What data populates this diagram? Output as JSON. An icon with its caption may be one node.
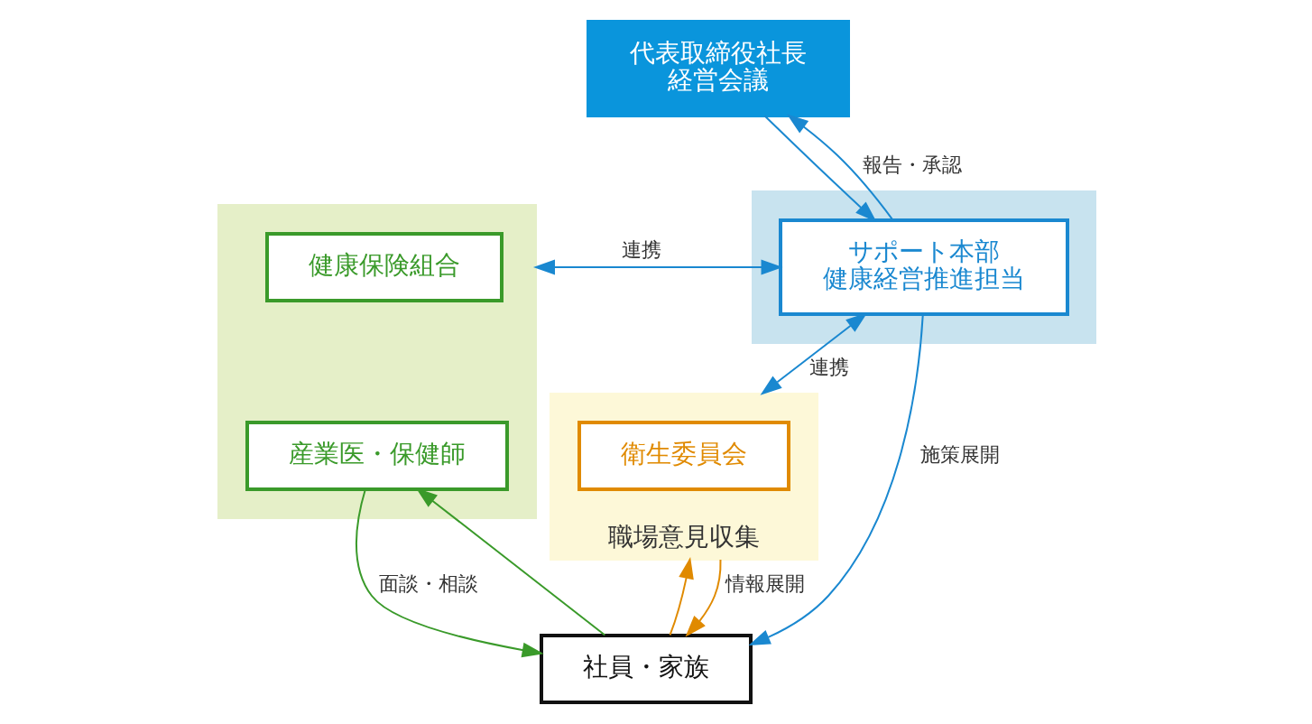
{
  "diagram": {
    "nodes": [
      {
        "text": [
          "代表取締役社長",
          "経営会議"
        ]
      },
      {
        "text": [
          "職場意見収集"
        ]
      },
      {
        "text": [
          "衛生委員会"
        ],
        "in": 1
      },
      {
        "text": [],
        "shape": "box"
      },
      {
        "text": [
          "サポート本部",
          "健康経営推進担当"
        ],
        "in": 3
      },
      {
        "text": [],
        "shape": "box"
      },
      {
        "text": [
          "健康保険組合"
        ],
        "in": 5
      },
      {
        "text": [
          "産業医・保健師"
        ],
        "in": 5
      },
      {
        "text": [
          "社員・家族"
        ]
      }
    ],
    "edges": [
      {
        "from": 0,
        "to": 4,
        "arrow": "to"
      },
      {
        "from": 4,
        "to": 0,
        "arrow": "to",
        "label": "報告・承認"
      },
      {
        "from": 4,
        "to": 1,
        "arrow": "both",
        "label": "連携"
      },
      {
        "from": 4,
        "to": 5,
        "arrow": "both",
        "label": "連携"
      },
      {
        "from": 8,
        "to": 1,
        "arrow": "to",
        "color": "#e08a00"
      },
      {
        "from": 1,
        "to": 8,
        "arrow": "to",
        "label": "情報展開",
        "color": "#e08a00"
      },
      {
        "from": 4,
        "to": 8,
        "arrow": "to",
        "label": "施策展開"
      },
      {
        "from": 7,
        "to": 8,
        "arrow": "to",
        "label": "面談・相談",
        "color": "#3a9a2a"
      },
      {
        "from": 8,
        "to": 7,
        "arrow": "to",
        "color": "#3a9a2a"
      }
    ]
  }
}
